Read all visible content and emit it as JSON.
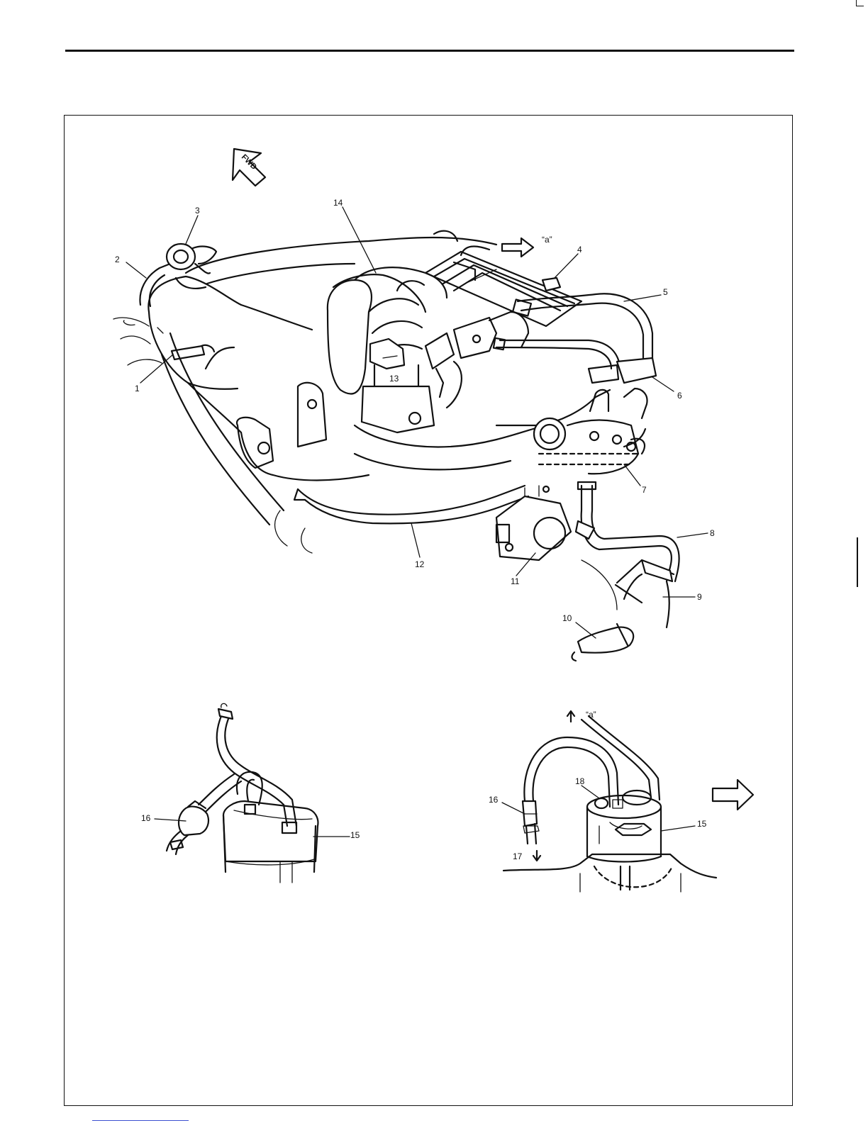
{
  "diagram": {
    "fwd_label": "FWD",
    "ref_a": "“a”",
    "callouts": {
      "c1": "1",
      "c2": "2",
      "c3": "3",
      "c4": "4",
      "c5": "5",
      "c6": "6",
      "c7": "7",
      "c8": "8",
      "c9": "9",
      "c10": "10",
      "c11": "11",
      "c12": "12",
      "c13": "13",
      "c14": "14",
      "c15": "15",
      "c16": "16",
      "c17": "17",
      "c18": "18"
    }
  }
}
